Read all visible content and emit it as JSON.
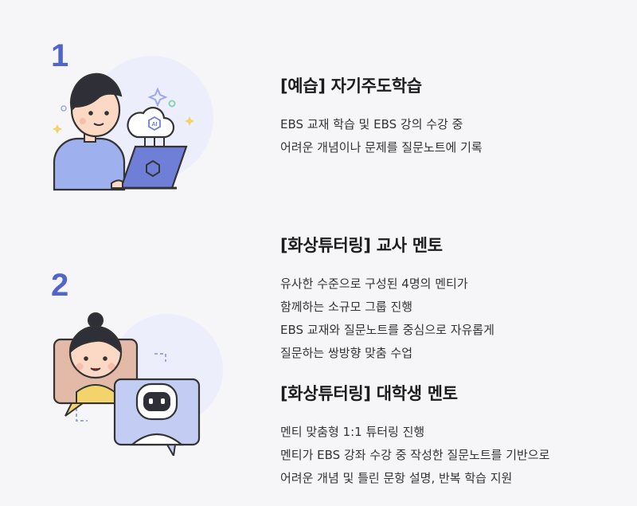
{
  "steps": [
    {
      "number": "1",
      "sections": [
        {
          "title": "[예습] 자기주도학습",
          "lines": [
            "EBS 교재 학습 및 EBS 강의 수강 중",
            "어려운 개념이나 문제를 질문노트에 기록"
          ]
        }
      ],
      "illustration": {
        "badge_text": "AI",
        "icons": [
          "student-icon",
          "laptop-icon",
          "cloud-ai-icon",
          "sparkle-icon"
        ]
      }
    },
    {
      "number": "2",
      "sections": [
        {
          "title": "[화상튜터링] 교사 멘토",
          "lines": [
            "유사한 수준으로 구성된 4명의 멘티가",
            "함께하는 소규모 그룹 진행",
            "EBS 교재와 질문노트를 중심으로 자유롭게",
            "질문하는 쌍방향 맞춤 수업"
          ]
        },
        {
          "title": "[화상튜터링] 대학생 멘토",
          "lines": [
            "멘티 맞춤형 1:1 튜터링 진행",
            "멘티가 EBS 강좌 수강 중 작성한 질문노트를 기반으로",
            "어려운 개념 및 틀린 문항 설명, 반복 학습 지원"
          ]
        }
      ],
      "illustration": {
        "icons": [
          "girl-video-icon",
          "robot-video-icon",
          "speech-bubble-icon"
        ]
      }
    }
  ],
  "colors": {
    "accent": "#5164c9",
    "background": "#f6f6f8",
    "bubble": "#eef0fb"
  }
}
